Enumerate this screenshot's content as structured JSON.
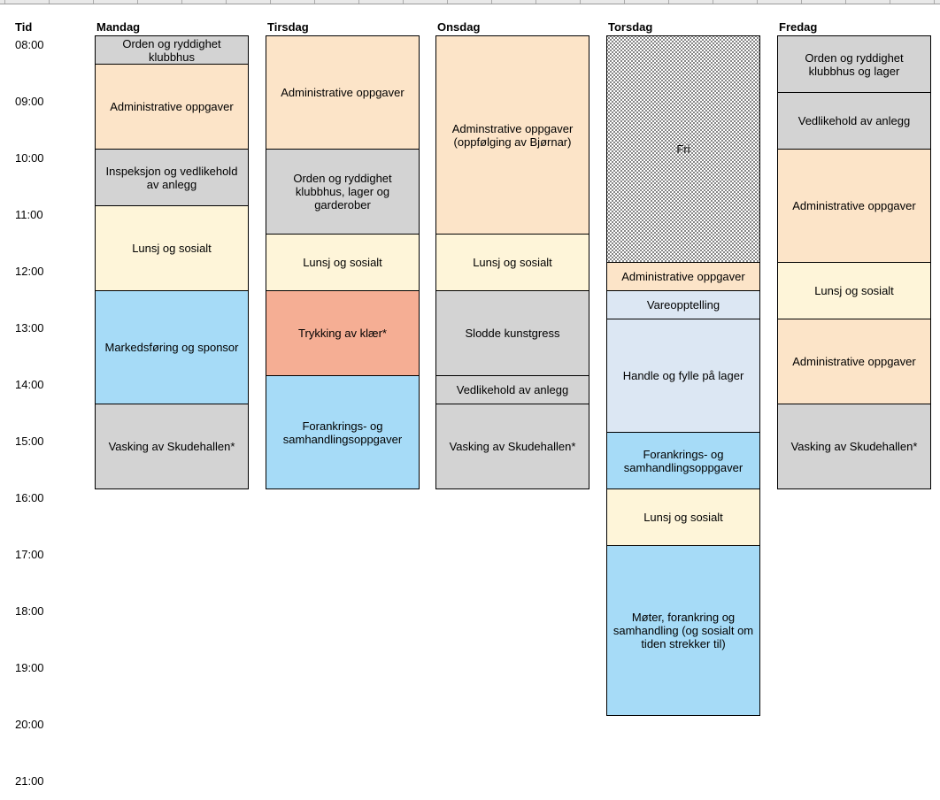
{
  "sheet": {
    "time_header": "Tid"
  },
  "palette": {
    "gray": "#D3D3D3",
    "peach": "#FCE4C8",
    "yellow": "#FEF5D9",
    "blue": "#A6DBF7",
    "salmon": "#F5AE94",
    "paleblue": "#DCE7F3",
    "fri_pattern": "white background with small black dots",
    "border": "#000000"
  },
  "time_labels": [
    "08:00",
    "09:00",
    "10:00",
    "11:00",
    "12:00",
    "13:00",
    "14:00",
    "15:00",
    "16:00",
    "17:00",
    "18:00",
    "19:00",
    "20:00",
    "21:00"
  ],
  "days": [
    {
      "name": "Mandag",
      "events": [
        {
          "label": "Orden og ryddighet klubbhus",
          "start": "08:00",
          "end": "08:30",
          "color": "gray"
        },
        {
          "label": "Administrative oppgaver",
          "start": "08:30",
          "end": "10:00",
          "color": "peach"
        },
        {
          "label": "Inspeksjon og vedlikehold av anlegg",
          "start": "10:00",
          "end": "11:00",
          "color": "gray"
        },
        {
          "label": "Lunsj og sosialt",
          "start": "11:00",
          "end": "12:30",
          "color": "yellow"
        },
        {
          "label": "Markedsføring og sponsor",
          "start": "12:30",
          "end": "14:30",
          "color": "blue"
        },
        {
          "label": "Vasking av Skudehallen*",
          "start": "14:30",
          "end": "16:00",
          "color": "gray"
        }
      ]
    },
    {
      "name": "Tirsdag",
      "events": [
        {
          "label": "Administrative oppgaver",
          "start": "08:00",
          "end": "10:00",
          "color": "peach"
        },
        {
          "label": "Orden og ryddighet klubbhus, lager og garderober",
          "start": "10:00",
          "end": "11:30",
          "color": "gray"
        },
        {
          "label": "Lunsj og sosialt",
          "start": "11:30",
          "end": "12:30",
          "color": "yellow"
        },
        {
          "label": "Trykking av klær*",
          "start": "12:30",
          "end": "14:00",
          "color": "salmon"
        },
        {
          "label": "Forankrings- og samhandlingsoppgaver",
          "start": "14:00",
          "end": "16:00",
          "color": "blue"
        }
      ]
    },
    {
      "name": "Onsdag",
      "events": [
        {
          "label": "Adminstrative oppgaver (oppfølging av Bjørnar)",
          "start": "08:00",
          "end": "11:30",
          "color": "peach"
        },
        {
          "label": "Lunsj og sosialt",
          "start": "11:30",
          "end": "12:30",
          "color": "yellow"
        },
        {
          "label": "Slodde kunstgress",
          "start": "12:30",
          "end": "14:00",
          "color": "gray"
        },
        {
          "label": "Vedlikehold av anlegg",
          "start": "14:00",
          "end": "14:30",
          "color": "gray"
        },
        {
          "label": "Vasking av Skudehallen*",
          "start": "14:30",
          "end": "16:00",
          "color": "gray"
        }
      ]
    },
    {
      "name": "Torsdag",
      "events": [
        {
          "label": "Fri",
          "start": "08:00",
          "end": "12:00",
          "color": "fri"
        },
        {
          "label": "Administrative oppgaver",
          "start": "12:00",
          "end": "12:30",
          "color": "peach"
        },
        {
          "label": "Vareopptelling",
          "start": "12:30",
          "end": "13:00",
          "color": "paleblue"
        },
        {
          "label": "Handle og fylle på lager",
          "start": "13:00",
          "end": "15:00",
          "color": "paleblue"
        },
        {
          "label": "Forankrings- og samhandlingsoppgaver",
          "start": "15:00",
          "end": "16:00",
          "color": "blue"
        },
        {
          "label": "Lunsj og sosialt",
          "start": "16:00",
          "end": "17:00",
          "color": "yellow"
        },
        {
          "label": "Møter, forankring og samhandling (og sosialt om tiden strekker til)",
          "start": "17:00",
          "end": "20:00",
          "color": "blue"
        }
      ]
    },
    {
      "name": "Fredag",
      "events": [
        {
          "label": "Orden og ryddighet klubbhus og lager",
          "start": "08:00",
          "end": "09:00",
          "color": "gray"
        },
        {
          "label": "Vedlikehold av anlegg",
          "start": "09:00",
          "end": "10:00",
          "color": "gray"
        },
        {
          "label": "Administrative oppgaver",
          "start": "10:00",
          "end": "12:00",
          "color": "peach"
        },
        {
          "label": "Lunsj og sosialt",
          "start": "12:00",
          "end": "13:00",
          "color": "yellow"
        },
        {
          "label": "Administrative oppgaver",
          "start": "13:00",
          "end": "14:30",
          "color": "peach"
        },
        {
          "label": "Vasking av Skudehallen*",
          "start": "14:30",
          "end": "16:00",
          "color": "gray"
        }
      ]
    }
  ]
}
